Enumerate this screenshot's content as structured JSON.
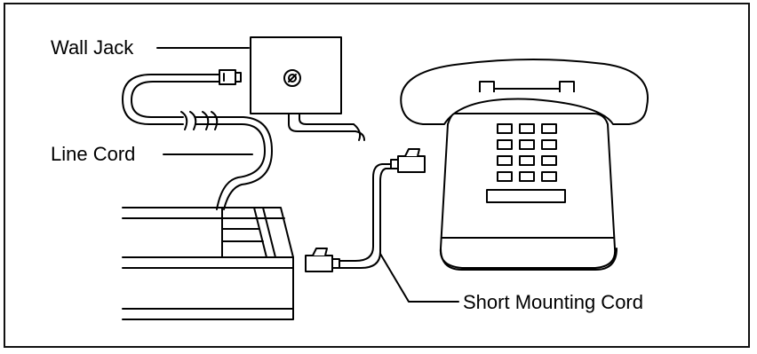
{
  "labels": {
    "wall_jack": "Wall Jack",
    "line_cord": "Line Cord",
    "short_mounting_cord": "Short Mounting Cord"
  },
  "keypad": {
    "rows": 4,
    "columns": 3
  }
}
